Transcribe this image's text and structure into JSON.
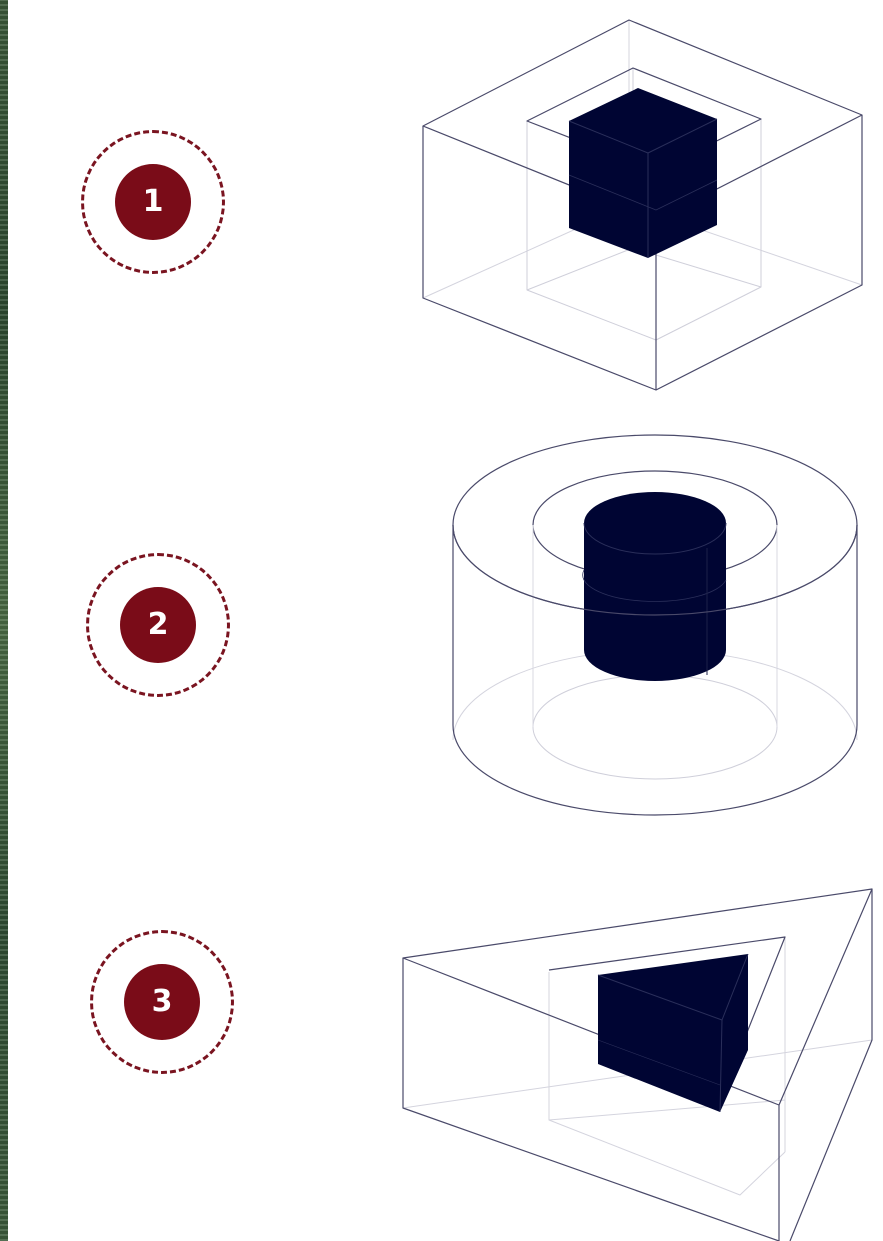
{
  "steps": [
    {
      "number": "1",
      "shape": "cube-in-box"
    },
    {
      "number": "2",
      "shape": "cylinder-in-cylinder"
    },
    {
      "number": "3",
      "shape": "prism-in-prism"
    }
  ],
  "colors": {
    "badge": "#7a0c18",
    "badge_ring": "#7a1420",
    "solid": "#000533",
    "outline": "#4a4a6a",
    "outline_light": "#c8c8d4"
  }
}
